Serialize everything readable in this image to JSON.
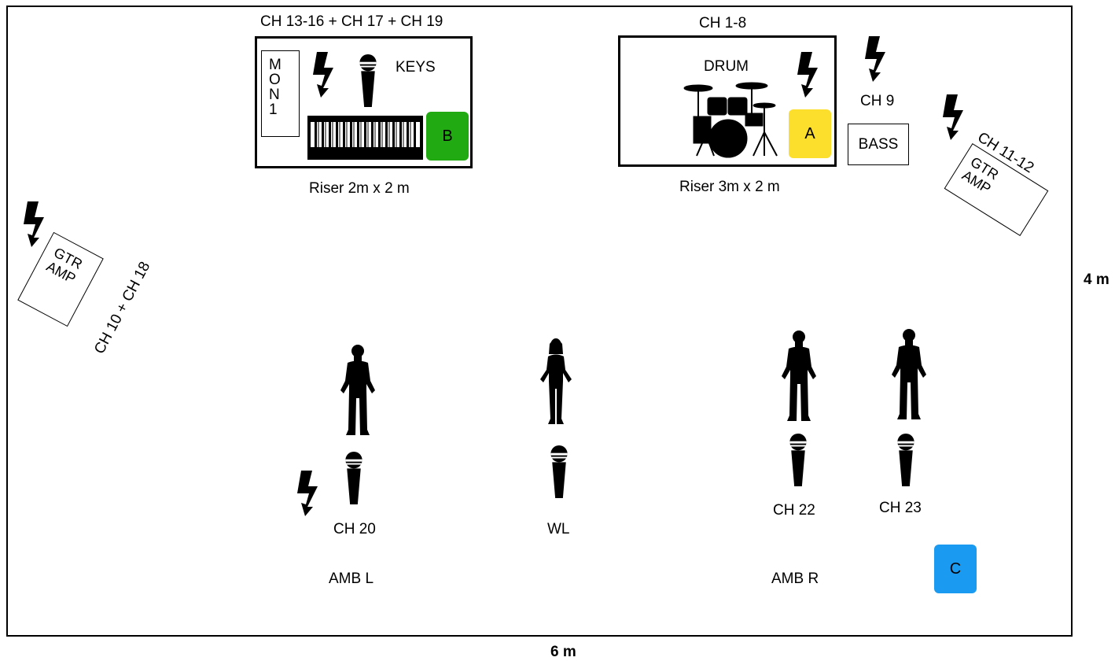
{
  "stage": {
    "width_label": "6 m",
    "depth_label": "4 m"
  },
  "keys_area": {
    "channels": "CH 13-16 + CH 17 + CH 19",
    "mon_label": [
      "M",
      "O",
      "N",
      "1"
    ],
    "keys_label": "KEYS",
    "marker": "B",
    "marker_color": "#22aa12",
    "riser": "Riser 2m x 2 m"
  },
  "drum_area": {
    "channels": "CH 1-8",
    "drum_label": "DRUM",
    "marker": "A",
    "marker_color": "#fcde2c",
    "riser": "Riser 3m x 2 m"
  },
  "bass": {
    "channel": "CH 9",
    "label": "BASS"
  },
  "gtr_right": {
    "channel": "CH 11-12",
    "label_line1": "GTR",
    "label_line2": "AMP"
  },
  "gtr_left": {
    "channel": "CH 10 + CH 18",
    "label_line1": "GTR",
    "label_line2": "AMP"
  },
  "front_line": {
    "mic_labels": [
      "CH 20",
      "WL",
      "CH 22",
      "CH 23"
    ],
    "ambient_left": "AMB L",
    "ambient_right": "AMB R"
  },
  "marker_c": {
    "label": "C",
    "color": "#1a9af0"
  },
  "icons": [
    "power-icon",
    "microphone-icon",
    "keyboard-icon",
    "drum-kit-icon",
    "male-performer-icon",
    "female-performer-icon"
  ]
}
